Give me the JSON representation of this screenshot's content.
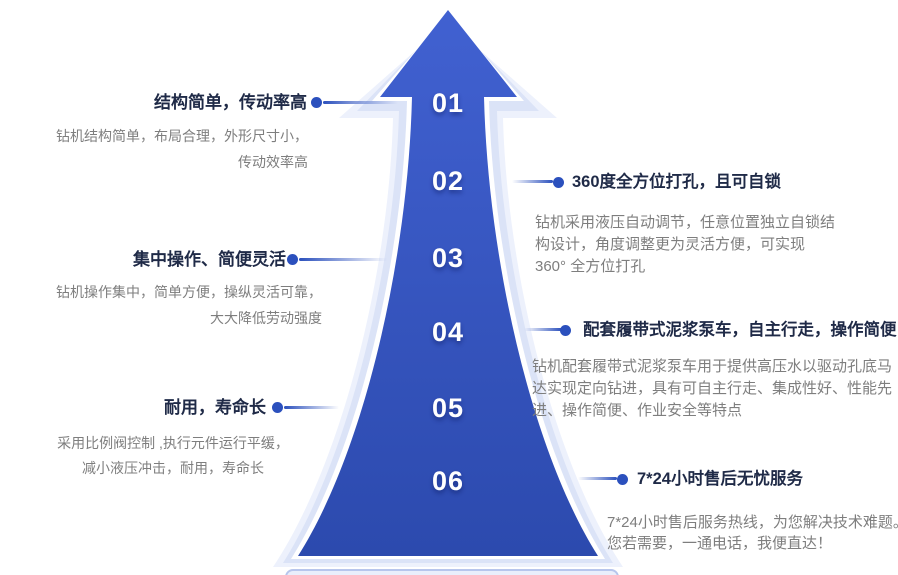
{
  "arrow": {
    "numbers": [
      "01",
      "02",
      "03",
      "04",
      "05",
      "06"
    ]
  },
  "left_sections": [
    {
      "title": "结构简单，传动率高",
      "desc_lines": [
        "钻机结构简单，布局合理，外形尺寸小，",
        "传动效率高"
      ]
    },
    {
      "title": "集中操作、简便灵活",
      "desc_lines": [
        "钻机操作集中，简单方便，操纵灵活可靠，",
        "大大降低劳动强度"
      ]
    },
    {
      "title": "耐用，寿命长",
      "desc_lines": [
        "采用比例阀控制 ,执行元件运行平缓，",
        "减小液压冲击，耐用，寿命长"
      ]
    }
  ],
  "right_sections": [
    {
      "title": "360度全方位打孔，且可自锁",
      "desc_lines": [
        "钻机采用液压自动调节，任意位置独立自锁结",
        "构设计，角度调整更为灵活方便，可实现",
        "360° 全方位打孔"
      ]
    },
    {
      "title": "配套履带式泥浆泵车，自主行走，操作简便",
      "desc_lines": [
        "钻机配套履带式泥浆泵车用于提供高压水以驱动孔底马",
        "达实现定向钻进，具有可自主行走、集成性好、性能先",
        "进、操作简便、作业安全等特点"
      ]
    },
    {
      "title": "7*24小时售后无忧服务",
      "desc_lines": [
        "7*24小时售后服务热线，为您解决技术难题。",
        "您若需要，一通电话，我便直达！"
      ]
    }
  ],
  "palette": {
    "arrow_blue_top": "#4161d1",
    "arrow_blue_bottom": "#2c4aae",
    "glow_mid": "#dbe3f7",
    "glow_outer": "#edf1fc",
    "accent": "#2b50bd",
    "title_color": "#1f2a47",
    "desc_color": "#7e7e7e"
  }
}
